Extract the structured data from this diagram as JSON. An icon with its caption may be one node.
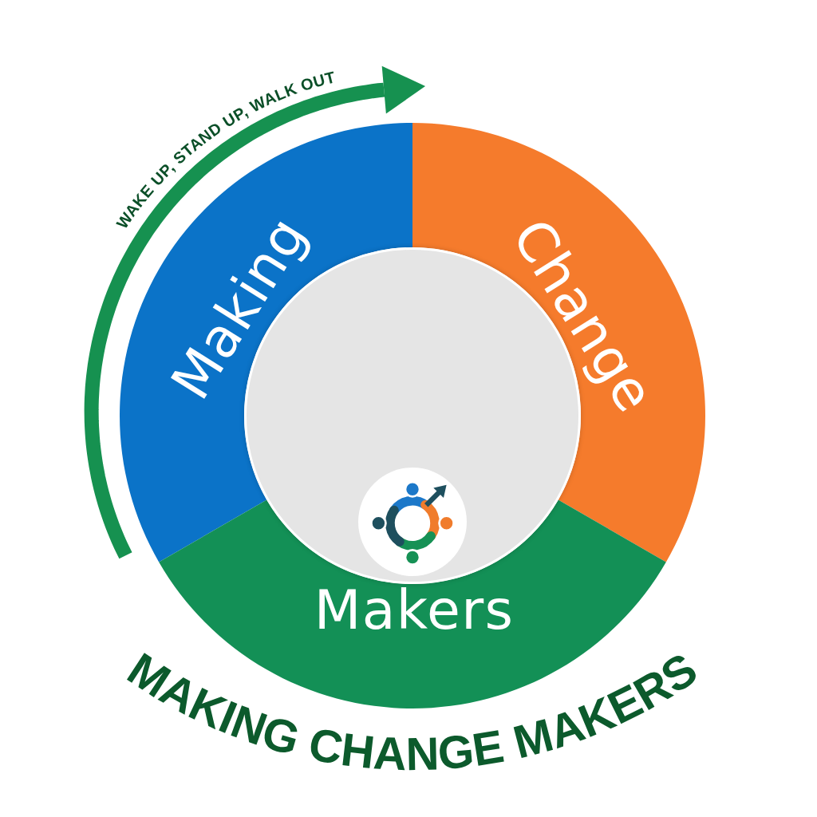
{
  "diagram": {
    "title": "MAKING CHANGE MAKERS",
    "nodes": [
      {
        "text": [
          "Making"
        ]
      },
      {
        "text": [
          "Change"
        ]
      },
      {
        "text": [
          "Makers"
        ]
      },
      {
        "text": [],
        "shape": "circle"
      }
    ],
    "labels": [
      "WAKE UP, STAND UP, WALK OUT"
    ]
  }
}
